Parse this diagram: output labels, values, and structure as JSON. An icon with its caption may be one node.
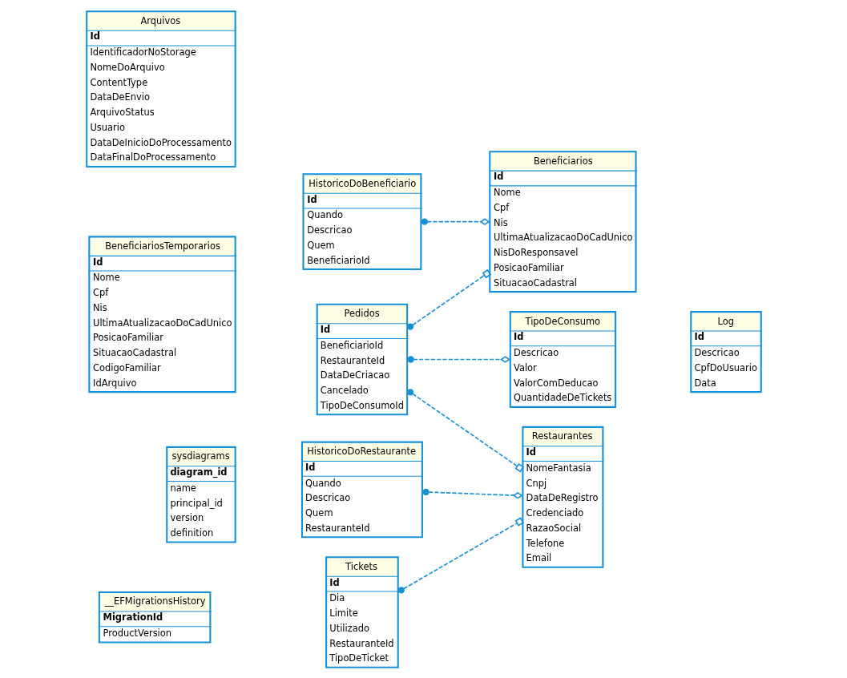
{
  "diagram": {
    "nodes": [
      {
        "text": [
          "HistoricoDoBeneficiario",
          "Id",
          "Quando",
          "Descricao",
          "Quem",
          "BeneficiarioId"
        ]
      },
      {
        "text": [
          "Beneficiarios",
          "Id",
          "Nome",
          "Cpf",
          "Nis",
          "UltimaAtualizacaoDoCadUnico",
          "NisDoResponsavel",
          "PosicaoFamiliar",
          "SituacaoCadastral"
        ]
      },
      {
        "text": [
          "Arquivos",
          "Id",
          "IdentificadorNoStorage",
          "NomeDoArquivo",
          "ContentType",
          "DataDeEnvio",
          "ArquivoStatus",
          "Usuario",
          "DataDeInicioDoProcessamento",
          "DataFinalDoProcessamento"
        ]
      },
      {
        "text": [
          "sysdiagrams",
          "diagram_id",
          "name",
          "principal_id",
          "version",
          "definition"
        ]
      },
      {
        "text": [
          "Log",
          "Id",
          "Descricao",
          "CpfDoUsuario",
          "Data"
        ]
      },
      {
        "text": [
          "BeneficiariosTemporarios",
          "Id",
          "Nome",
          "Cpf",
          "Nis",
          "UltimaAtualizacaoDoCadUnico",
          "PosicaoFamiliar",
          "SituacaoCadastral",
          "CodigoFamiliar",
          "IdArquivo"
        ]
      },
      {
        "text": [
          "__EFMigrationsHistory",
          "MigrationId",
          "ProductVersion"
        ]
      },
      {
        "text": [
          "Pedidos",
          "Id",
          "BeneficiarioId",
          "RestauranteId",
          "DataDeCriacao",
          "Cancelado",
          "TipoDeConsumoId"
        ]
      },
      {
        "text": [
          "TipoDeConsumo",
          "Id",
          "Descricao",
          "Valor",
          "ValorComDeducao",
          "QuantidadeDeTickets"
        ]
      },
      {
        "text": [
          "Restaurantes",
          "Id",
          "NomeFantasia",
          "Cnpj",
          "DataDeRegistro",
          "Credenciado",
          "RazaoSocial",
          "Telefone",
          "Email"
        ]
      },
      {
        "text": [
          "HistoricoDoRestaurante",
          "Id",
          "Quando",
          "Descricao",
          "Quem",
          "RestauranteId"
        ]
      },
      {
        "text": [
          "Tickets",
          "Id",
          "Dia",
          "Limite",
          "Utilizado",
          "RestauranteId",
          "TipoDeTicket"
        ]
      }
    ],
    "edges": [
      {
        "from": 0,
        "to": 1,
        "arrow": "other",
        "style": "dashed"
      },
      {
        "from": 7,
        "to": 1,
        "arrow": "other",
        "style": "dashed"
      },
      {
        "from": 7,
        "to": 8,
        "arrow": "other",
        "style": "dashed"
      },
      {
        "from": 7,
        "to": 9,
        "arrow": "other",
        "style": "dashed"
      },
      {
        "from": 10,
        "to": 9,
        "arrow": "other",
        "style": "dashed"
      },
      {
        "from": 11,
        "to": 9,
        "arrow": "other",
        "style": "dashed"
      }
    ]
  }
}
